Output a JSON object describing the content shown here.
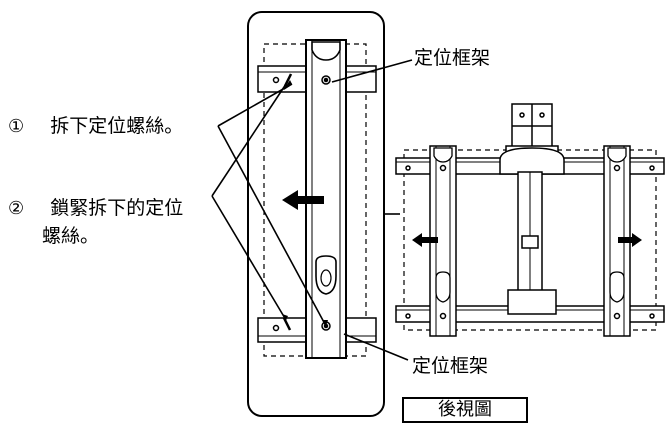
{
  "labels": {
    "step1_num": "①",
    "step1_text": "拆下定位螺絲。",
    "step2_num": "②",
    "step2_text_line1": "鎖緊拆下的定位",
    "step2_text_line2": "螺絲。",
    "frame_top": "定位框架",
    "frame_bottom": "定位框架",
    "rear_view": "後視圖"
  },
  "colors": {
    "line": "#000000",
    "fill_dark": "#1a1a1a",
    "background": "#ffffff"
  },
  "icons": {
    "move_arrow": "left-arrow-icon",
    "expand_left": "left-arrow-icon",
    "expand_right": "right-arrow-icon"
  }
}
